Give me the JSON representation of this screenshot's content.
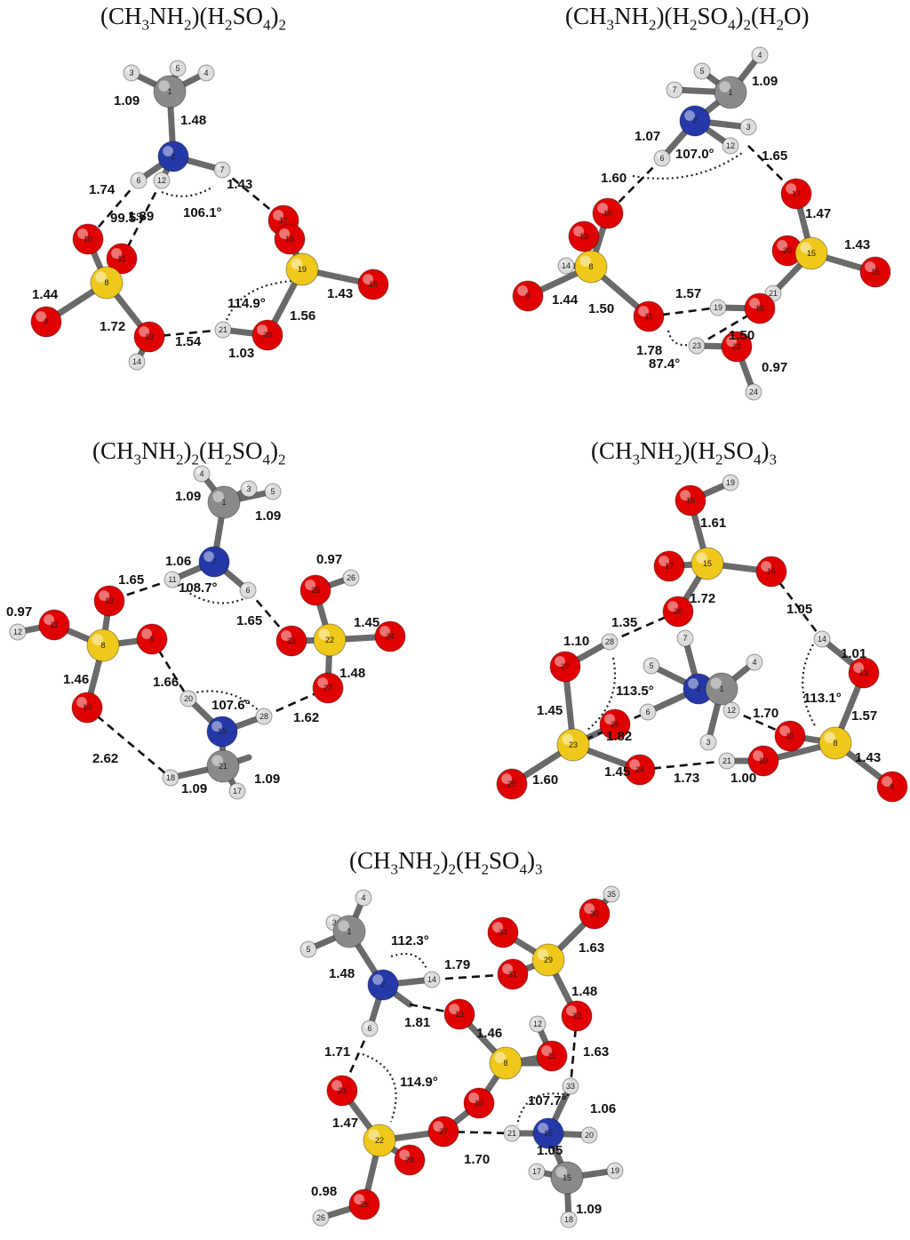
{
  "panels": [
    {
      "id": "p1",
      "title": {
        "parts": [
          [
            "(CH",
            ""
          ],
          [
            "3",
            "sub"
          ],
          [
            "NH",
            ""
          ],
          [
            "2",
            "sub"
          ],
          [
            ")(H",
            ""
          ],
          [
            "2",
            "sub"
          ],
          [
            "SO",
            ""
          ],
          [
            "4",
            "sub"
          ],
          [
            ")",
            ""
          ],
          [
            "2",
            "sub"
          ]
        ]
      },
      "atoms": [
        {
          "n": "3",
          "el": "H"
        },
        {
          "n": "5",
          "el": "H"
        },
        {
          "n": "4",
          "el": "H"
        },
        {
          "n": "1",
          "el": "C"
        },
        {
          "n": "2",
          "el": "N"
        },
        {
          "n": "6",
          "el": "H"
        },
        {
          "n": "12",
          "el": "H"
        },
        {
          "n": "7",
          "el": "H"
        },
        {
          "n": "10",
          "el": "O"
        },
        {
          "n": "11",
          "el": "O"
        },
        {
          "n": "8",
          "el": "S"
        },
        {
          "n": "9",
          "el": "O"
        },
        {
          "n": "13",
          "el": "O"
        },
        {
          "n": "14",
          "el": "H"
        },
        {
          "n": "17",
          "el": "O"
        },
        {
          "n": "18",
          "el": "O"
        },
        {
          "n": "19",
          "el": "S"
        },
        {
          "n": "15",
          "el": "O"
        },
        {
          "n": "20",
          "el": "O"
        },
        {
          "n": "21",
          "el": "H"
        }
      ],
      "distances": [
        "1.09",
        "1.48",
        "1.74",
        "1.89",
        "1.43",
        "1.44",
        "1.72",
        "1.54",
        "1.03",
        "1.56",
        "1.43"
      ],
      "angles": [
        "99.5°",
        "106.1°",
        "114.9°"
      ]
    },
    {
      "id": "p2",
      "title": {
        "parts": [
          [
            "(CH",
            ""
          ],
          [
            "3",
            "sub"
          ],
          [
            "NH",
            ""
          ],
          [
            "2",
            "sub"
          ],
          [
            ")(H",
            ""
          ],
          [
            "2",
            "sub"
          ],
          [
            "SO",
            ""
          ],
          [
            "4",
            "sub"
          ],
          [
            ")",
            ""
          ],
          [
            "2",
            "sub"
          ],
          [
            "(H",
            ""
          ],
          [
            "2",
            "sub"
          ],
          [
            "O)",
            ""
          ]
        ]
      },
      "atoms": [
        {
          "n": "5",
          "el": "H"
        },
        {
          "n": "4",
          "el": "H"
        },
        {
          "n": "1",
          "el": "C"
        },
        {
          "n": "7",
          "el": "H"
        },
        {
          "n": "2",
          "el": "N"
        },
        {
          "n": "3",
          "el": "H"
        },
        {
          "n": "6",
          "el": "H"
        },
        {
          "n": "12",
          "el": "H"
        },
        {
          "n": "10",
          "el": "O"
        },
        {
          "n": "13",
          "el": "O"
        },
        {
          "n": "14",
          "el": "H"
        },
        {
          "n": "8",
          "el": "S"
        },
        {
          "n": "9",
          "el": "O"
        },
        {
          "n": "11",
          "el": "O"
        },
        {
          "n": "17",
          "el": "O"
        },
        {
          "n": "20",
          "el": "O"
        },
        {
          "n": "15",
          "el": "S"
        },
        {
          "n": "16",
          "el": "O"
        },
        {
          "n": "21",
          "el": "H"
        },
        {
          "n": "18",
          "el": "O"
        },
        {
          "n": "19",
          "el": "H"
        },
        {
          "n": "23",
          "el": "H"
        },
        {
          "n": "22",
          "el": "O"
        },
        {
          "n": "24",
          "el": "H"
        }
      ],
      "distances": [
        "1.09",
        "1.07",
        "1.60",
        "1.65",
        "1.47",
        "1.43",
        "1.44",
        "1.50",
        "1.57",
        "1.78",
        "1.50",
        "0.97"
      ],
      "angles": [
        "107.0°",
        "87.4°"
      ]
    },
    {
      "id": "p3",
      "title": {
        "parts": [
          [
            "(CH",
            ""
          ],
          [
            "3",
            "sub"
          ],
          [
            "NH",
            ""
          ],
          [
            "2",
            "sub"
          ],
          [
            ")",
            ""
          ],
          [
            "2",
            "sub"
          ],
          [
            "(H",
            ""
          ],
          [
            "2",
            "sub"
          ],
          [
            "SO",
            ""
          ],
          [
            "4",
            "sub"
          ],
          [
            ")",
            ""
          ],
          [
            "2",
            "sub"
          ]
        ]
      },
      "atoms": [
        {
          "n": "4",
          "el": "H"
        },
        {
          "n": "5",
          "el": "H"
        },
        {
          "n": "1",
          "el": "C"
        },
        {
          "n": "3",
          "el": "H"
        },
        {
          "n": "7",
          "el": "N"
        },
        {
          "n": "11",
          "el": "H"
        },
        {
          "n": "6",
          "el": "H"
        },
        {
          "n": "13",
          "el": "O"
        },
        {
          "n": "12",
          "el": "H"
        },
        {
          "n": "11",
          "el": "O"
        },
        {
          "n": "8",
          "el": "S"
        },
        {
          "n": "9",
          "el": "O"
        },
        {
          "n": "10",
          "el": "O"
        },
        {
          "n": "25",
          "el": "O"
        },
        {
          "n": "26",
          "el": "H"
        },
        {
          "n": "23",
          "el": "O"
        },
        {
          "n": "22",
          "el": "S"
        },
        {
          "n": "24",
          "el": "O"
        },
        {
          "n": "27",
          "el": "O"
        },
        {
          "n": "20",
          "el": "H"
        },
        {
          "n": "19",
          "el": "N"
        },
        {
          "n": "28",
          "el": "H"
        },
        {
          "n": "21",
          "el": "C"
        },
        {
          "n": "18",
          "el": "H"
        },
        {
          "n": "17",
          "el": "H"
        }
      ],
      "distances": [
        "1.09",
        "1.09",
        "1.06",
        "1.65",
        "1.65",
        "0.97",
        "0.97",
        "1.45",
        "1.46",
        "1.66",
        "1.48",
        "1.62",
        "2.62",
        "1.09",
        "1.09"
      ],
      "angles": [
        "108.7°",
        "107.6°"
      ]
    },
    {
      "id": "p4",
      "title": {
        "parts": [
          [
            "(CH",
            ""
          ],
          [
            "3",
            "sub"
          ],
          [
            "NH",
            ""
          ],
          [
            "2",
            "sub"
          ],
          [
            ")(H",
            ""
          ],
          [
            "2",
            "sub"
          ],
          [
            "SO",
            ""
          ],
          [
            "4",
            "sub"
          ],
          [
            ")",
            ""
          ],
          [
            "3",
            "sub"
          ]
        ]
      },
      "atoms": [
        {
          "n": "18",
          "el": "O"
        },
        {
          "n": "19",
          "el": "H"
        },
        {
          "n": "15",
          "el": "S"
        },
        {
          "n": "17",
          "el": "O"
        },
        {
          "n": "16",
          "el": "O"
        },
        {
          "n": "20",
          "el": "O"
        },
        {
          "n": "7",
          "el": "H"
        },
        {
          "n": "28",
          "el": "H"
        },
        {
          "n": "27",
          "el": "O"
        },
        {
          "n": "5",
          "el": "H"
        },
        {
          "n": "2",
          "el": "N"
        },
        {
          "n": "1",
          "el": "C"
        },
        {
          "n": "4",
          "el": "H"
        },
        {
          "n": "6",
          "el": "H"
        },
        {
          "n": "12",
          "el": "H"
        },
        {
          "n": "3",
          "el": "H"
        },
        {
          "n": "14",
          "el": "H"
        },
        {
          "n": "13",
          "el": "O"
        },
        {
          "n": "23",
          "el": "S"
        },
        {
          "n": "26",
          "el": "O"
        },
        {
          "n": "24",
          "el": "O"
        },
        {
          "n": "25",
          "el": "O"
        },
        {
          "n": "11",
          "el": "O"
        },
        {
          "n": "8",
          "el": "S"
        },
        {
          "n": "9",
          "el": "O"
        },
        {
          "n": "21",
          "el": "H"
        },
        {
          "n": "10",
          "el": "O"
        }
      ],
      "distances": [
        "1.61",
        "1.72",
        "1.05",
        "1.35",
        "1.10",
        "1.01",
        "1.45",
        "1.82",
        "1.70",
        "1.57",
        "1.45",
        "1.43",
        "1.60",
        "1.73",
        "1.00"
      ],
      "angles": [
        "113.5°",
        "113.1°"
      ]
    },
    {
      "id": "p5",
      "title": {
        "parts": [
          [
            "(CH",
            ""
          ],
          [
            "3",
            "sub"
          ],
          [
            "NH",
            ""
          ],
          [
            "2",
            "sub"
          ],
          [
            ")",
            ""
          ],
          [
            "2",
            "sub"
          ],
          [
            "(H",
            ""
          ],
          [
            "2",
            "sub"
          ],
          [
            "SO",
            ""
          ],
          [
            "4",
            "sub"
          ],
          [
            ")",
            ""
          ],
          [
            "3",
            "sub"
          ]
        ]
      },
      "atoms": [
        {
          "n": "4",
          "el": "H"
        },
        {
          "n": "3",
          "el": "H"
        },
        {
          "n": "1",
          "el": "C"
        },
        {
          "n": "5",
          "el": "H"
        },
        {
          "n": "2",
          "el": "N"
        },
        {
          "n": "14",
          "el": "H"
        },
        {
          "n": "6",
          "el": "H"
        },
        {
          "n": "35",
          "el": "H"
        },
        {
          "n": "30",
          "el": "O"
        },
        {
          "n": "34",
          "el": "O"
        },
        {
          "n": "29",
          "el": "S"
        },
        {
          "n": "31",
          "el": "O"
        },
        {
          "n": "32",
          "el": "O"
        },
        {
          "n": "13",
          "el": "O"
        },
        {
          "n": "12",
          "el": "H"
        },
        {
          "n": "11",
          "el": "O"
        },
        {
          "n": "8",
          "el": "S"
        },
        {
          "n": "23",
          "el": "O"
        },
        {
          "n": "33",
          "el": "H"
        },
        {
          "n": "22",
          "el": "S"
        },
        {
          "n": "27",
          "el": "O"
        },
        {
          "n": "10",
          "el": "O"
        },
        {
          "n": "21",
          "el": "H"
        },
        {
          "n": "16",
          "el": "N"
        },
        {
          "n": "20",
          "el": "H"
        },
        {
          "n": "24",
          "el": "O"
        },
        {
          "n": "17",
          "el": "H"
        },
        {
          "n": "15",
          "el": "C"
        },
        {
          "n": "19",
          "el": "H"
        },
        {
          "n": "25",
          "el": "O"
        },
        {
          "n": "26",
          "el": "H"
        },
        {
          "n": "18",
          "el": "H"
        }
      ],
      "distances": [
        "1.48",
        "1.79",
        "1.63",
        "1.81",
        "1.46",
        "1.48",
        "1.71",
        "1.63",
        "1.47",
        "1.06",
        "1.05",
        "1.70",
        "0.98",
        "1.09"
      ],
      "angles": [
        "112.3°",
        "114.9°",
        "107.7°"
      ]
    }
  ],
  "element_colors": {
    "H": "#dcdcdc",
    "C": "#8a8a8a",
    "N": "#2438a8",
    "O": "#e00000",
    "S": "#f0c81a"
  }
}
